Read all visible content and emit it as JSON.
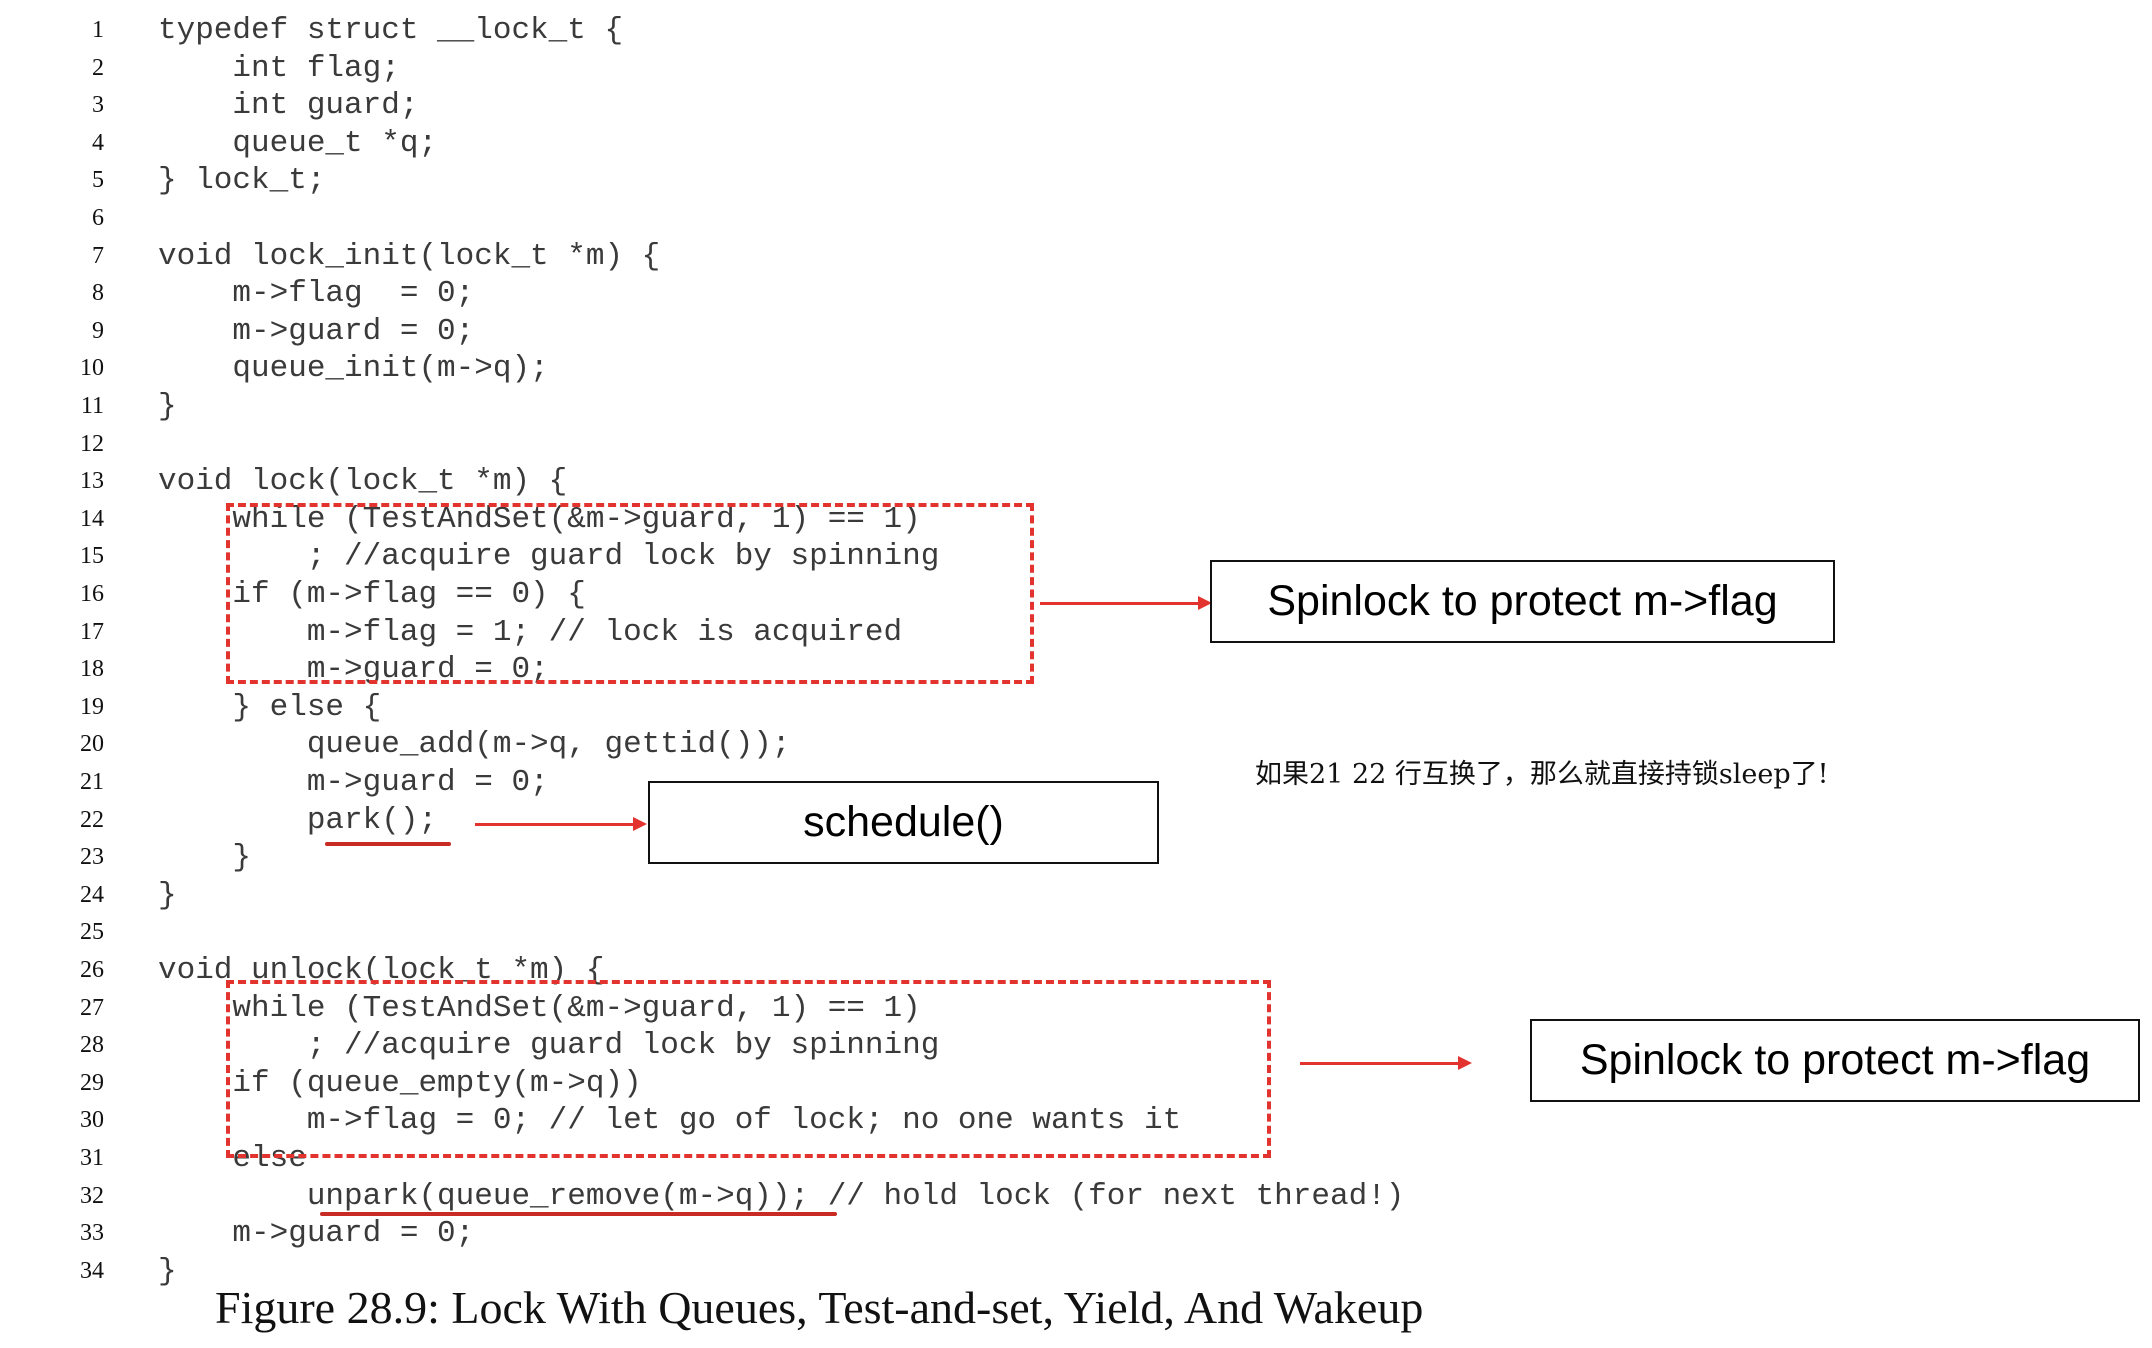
{
  "code_lines": [
    {
      "n": "1",
      "text": "typedef struct __lock_t {"
    },
    {
      "n": "2",
      "text": "    int flag;"
    },
    {
      "n": "3",
      "text": "    int guard;"
    },
    {
      "n": "4",
      "text": "    queue_t *q;"
    },
    {
      "n": "5",
      "text": "} lock_t;"
    },
    {
      "n": "6",
      "text": ""
    },
    {
      "n": "7",
      "text": "void lock_init(lock_t *m) {"
    },
    {
      "n": "8",
      "text": "    m->flag  = 0;"
    },
    {
      "n": "9",
      "text": "    m->guard = 0;"
    },
    {
      "n": "10",
      "text": "    queue_init(m->q);"
    },
    {
      "n": "11",
      "text": "}"
    },
    {
      "n": "12",
      "text": ""
    },
    {
      "n": "13",
      "text": "void lock(lock_t *m) {"
    },
    {
      "n": "14",
      "text": "    while (TestAndSet(&m->guard, 1) == 1)"
    },
    {
      "n": "15",
      "text": "        ; //acquire guard lock by spinning"
    },
    {
      "n": "16",
      "text": "    if (m->flag == 0) {"
    },
    {
      "n": "17",
      "text": "        m->flag = 1; // lock is acquired"
    },
    {
      "n": "18",
      "text": "        m->guard = 0;"
    },
    {
      "n": "19",
      "text": "    } else {"
    },
    {
      "n": "20",
      "text": "        queue_add(m->q, gettid());"
    },
    {
      "n": "21",
      "text": "        m->guard = 0;"
    },
    {
      "n": "22",
      "text": "        park();"
    },
    {
      "n": "23",
      "text": "    }"
    },
    {
      "n": "24",
      "text": "}"
    },
    {
      "n": "25",
      "text": ""
    },
    {
      "n": "26",
      "text": "void unlock(lock_t *m) {"
    },
    {
      "n": "27",
      "text": "    while (TestAndSet(&m->guard, 1) == 1)"
    },
    {
      "n": "28",
      "text": "        ; //acquire guard lock by spinning"
    },
    {
      "n": "29",
      "text": "    if (queue_empty(m->q))"
    },
    {
      "n": "30",
      "text": "        m->flag = 0; // let go of lock; no one wants it"
    },
    {
      "n": "31",
      "text": "    else"
    },
    {
      "n": "32",
      "text": "        unpark(queue_remove(m->q)); // hold lock (for next thread!)"
    },
    {
      "n": "33",
      "text": "    m->guard = 0;"
    },
    {
      "n": "34",
      "text": "}"
    }
  ],
  "annotations": {
    "spinlock_top": "Spinlock to protect m->flag",
    "schedule": "schedule()",
    "spinlock_bottom": "Spinlock to protect m->flag",
    "note": "如果21 22 行互换了，那么就直接持锁sleep了!"
  },
  "caption": "Figure 28.9: Lock With Queues, Test-and-set, Yield, And Wakeup",
  "colors": {
    "annotation_red": "#e2332e",
    "underline_red": "#c82a24",
    "code_gray": "#3a3a3a"
  }
}
